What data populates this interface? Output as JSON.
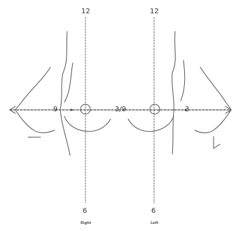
{
  "clock": {
    "top_left": "12",
    "top_right": "12",
    "left_mid": "9",
    "center_mid": "3/9",
    "right_mid": "3",
    "bottom_left": "6",
    "bottom_right": "6"
  },
  "sides": {
    "left": "Right",
    "right": "Left"
  },
  "colors": {
    "line": "#555555",
    "axis": "#444444",
    "text": "#333333"
  }
}
